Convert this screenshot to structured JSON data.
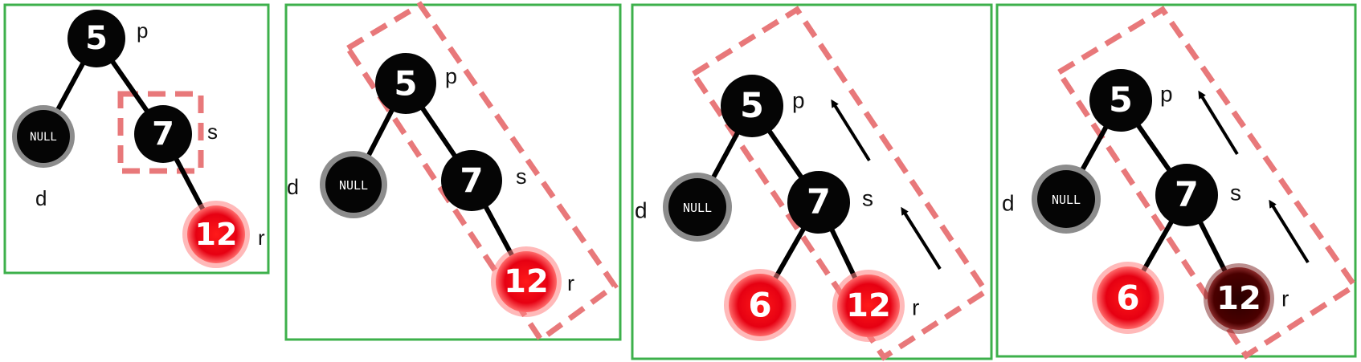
{
  "colors": {
    "panel_border": "#3db04b",
    "dashed_box": "#e8787a",
    "black_node": "#050505",
    "red_node": "#e60012",
    "dark_red_node": "#3d0000",
    "edge": "#000000",
    "null_ring": "#9a9a9a"
  },
  "panels": [
    {
      "label_text": {
        "p": "p",
        "s": "s",
        "d": "d",
        "r": "r"
      },
      "nodes": [
        {
          "id": "p",
          "text": "5",
          "color": "black"
        },
        {
          "id": "d",
          "text": "NULL",
          "color": "null"
        },
        {
          "id": "s",
          "text": "7",
          "color": "black"
        },
        {
          "id": "r",
          "text": "12",
          "color": "red"
        }
      ]
    },
    {
      "label_text": {
        "p": "p",
        "s": "s",
        "d": "d",
        "r": "r"
      },
      "nodes": [
        {
          "id": "p",
          "text": "5",
          "color": "black"
        },
        {
          "id": "d",
          "text": "NULL",
          "color": "null"
        },
        {
          "id": "s",
          "text": "7",
          "color": "black"
        },
        {
          "id": "r",
          "text": "12",
          "color": "red"
        }
      ]
    },
    {
      "label_text": {
        "p": "p",
        "s": "s",
        "d": "d",
        "r": "r"
      },
      "nodes": [
        {
          "id": "p",
          "text": "5",
          "color": "black"
        },
        {
          "id": "d",
          "text": "NULL",
          "color": "null"
        },
        {
          "id": "s",
          "text": "7",
          "color": "black"
        },
        {
          "id": "l",
          "text": "6",
          "color": "red"
        },
        {
          "id": "r",
          "text": "12",
          "color": "red"
        }
      ]
    },
    {
      "label_text": {
        "p": "p",
        "s": "s",
        "d": "d",
        "r": "r"
      },
      "nodes": [
        {
          "id": "p",
          "text": "5",
          "color": "black"
        },
        {
          "id": "d",
          "text": "NULL",
          "color": "null"
        },
        {
          "id": "s",
          "text": "7",
          "color": "black"
        },
        {
          "id": "l",
          "text": "6",
          "color": "red"
        },
        {
          "id": "r",
          "text": "12",
          "color": "darkred"
        }
      ]
    }
  ]
}
